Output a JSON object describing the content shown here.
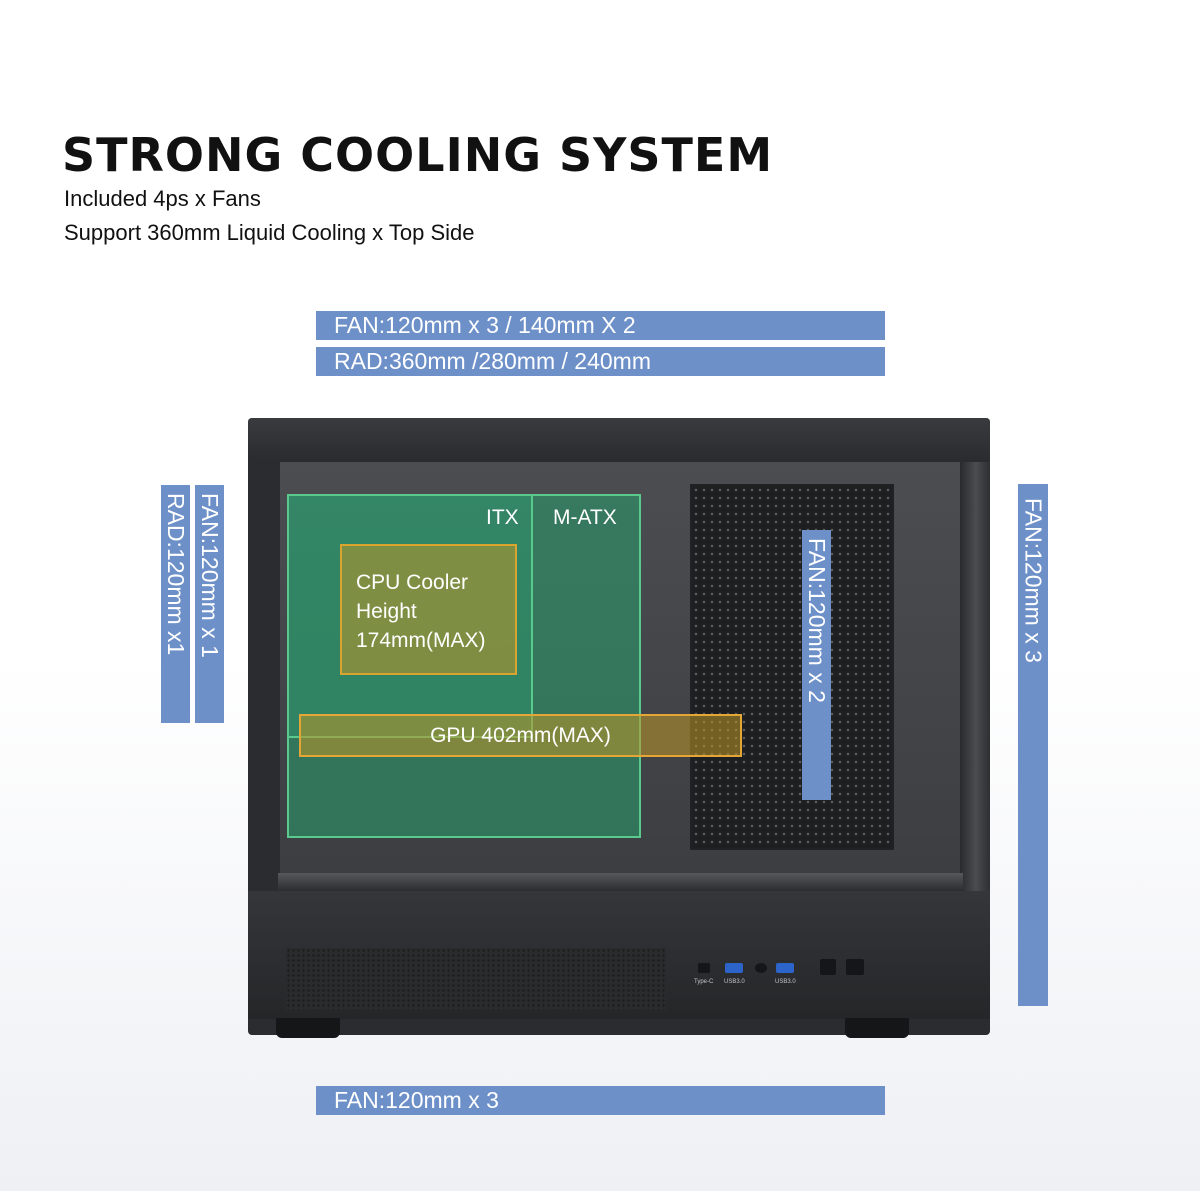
{
  "heading": {
    "title": "STRONG COOLING SYSTEM",
    "line1": "Included 4ps x  Fans",
    "line2": "Support 360mm Liquid Cooling x Top Side"
  },
  "top_support": {
    "fan": "FAN:120mm x 3 / 140mm X 2",
    "rad": "RAD:360mm /280mm / 240mm"
  },
  "left_support": {
    "fan": "FAN:120mm x 1",
    "rad": "RAD:120mm x1"
  },
  "right_support": {
    "fan": "FAN:120mm x 3"
  },
  "front_support": {
    "fan": "FAN:120mm x 2"
  },
  "bottom_support": {
    "fan": "FAN:120mm x 3"
  },
  "motherboard": {
    "itx": "ITX",
    "matx": "M-ATX"
  },
  "cpu_cooler": {
    "line1": "CPU Cooler",
    "line2": "Height",
    "line3": "174mm(MAX)"
  },
  "gpu": {
    "label": "GPU 402mm(MAX)"
  },
  "io_panel": {
    "type_c": "Type-C",
    "usb1": "USB3.0",
    "usb2": "USB3.0"
  },
  "colors": {
    "bar": "#6d90c9",
    "motherboard": "#59c98d",
    "highlight": "#d9a52f"
  }
}
